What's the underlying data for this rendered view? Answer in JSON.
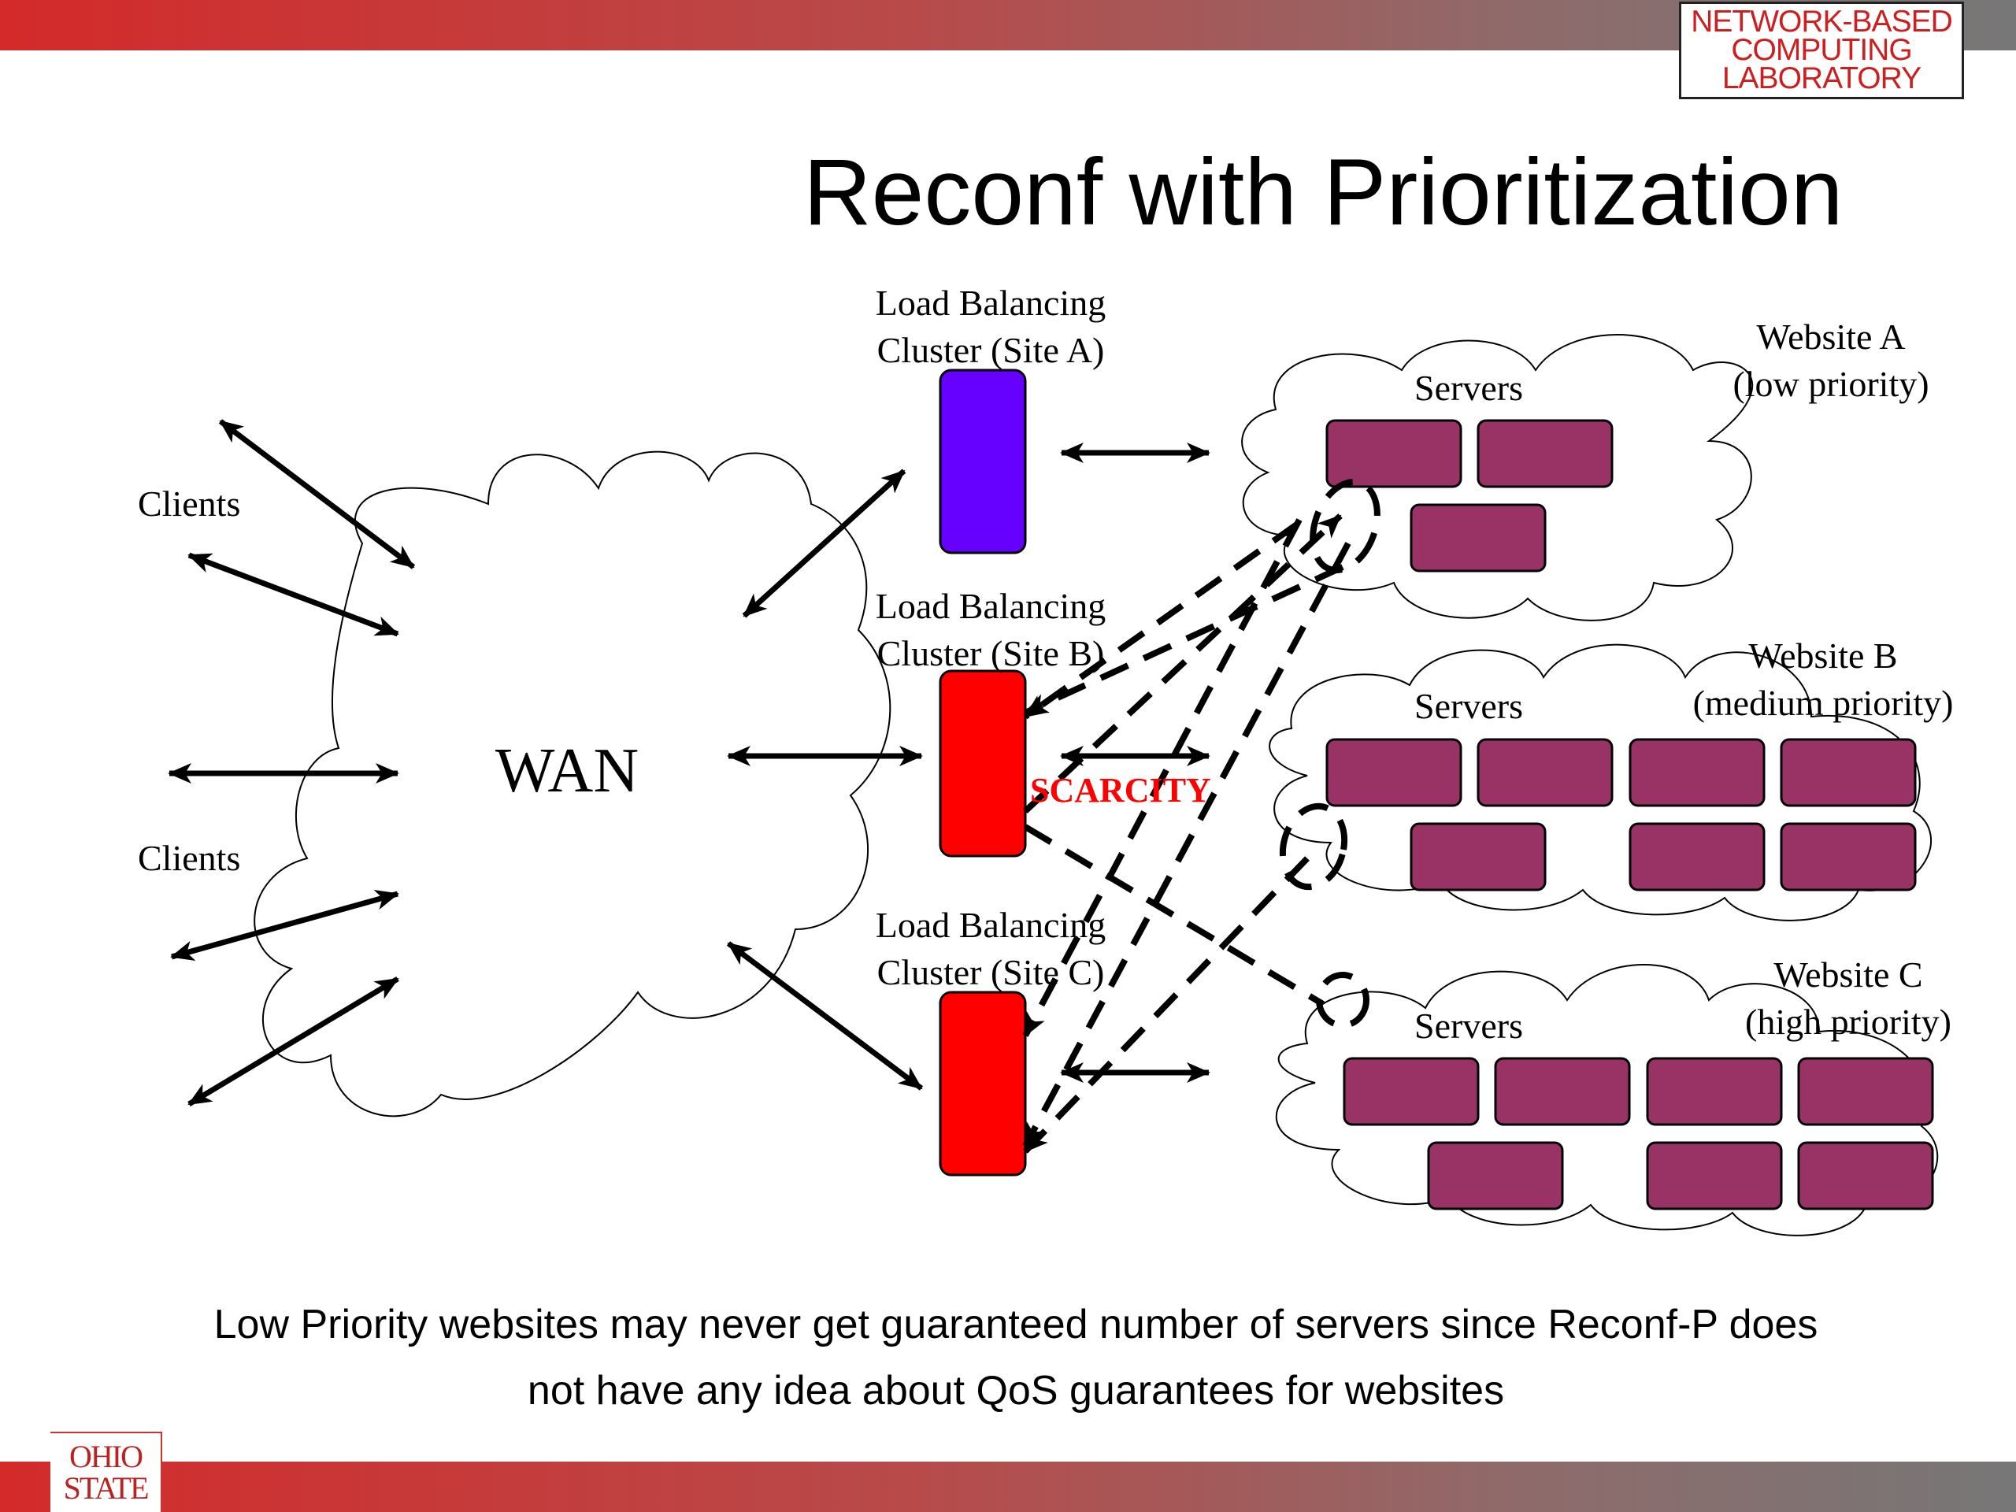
{
  "header": {
    "logo_lines": [
      "NETWORK-BASED",
      "COMPUTING",
      "LABORATORY"
    ],
    "title": "Reconf with Prioritization"
  },
  "footer": {
    "logo_lines": [
      "OHIO",
      "STATE"
    ],
    "caption_line1": "Low Priority websites may never get guaranteed number of servers since Reconf-P does",
    "caption_line2": "not have any idea about QoS guarantees for websites"
  },
  "diagram": {
    "wan_label": "WAN",
    "clients_label_top": "Clients",
    "clients_label_bottom": "Clients",
    "clusters": [
      {
        "line1": "Load Balancing",
        "line2": "Cluster (Site A)",
        "color": "#6600ff"
      },
      {
        "line1": "Load Balancing",
        "line2": "Cluster (Site B)",
        "color": "#ff0000"
      },
      {
        "line1": "Load Balancing",
        "line2": "Cluster (Site C)",
        "color": "#ff0000"
      }
    ],
    "scarcity_label": "SCARCITY",
    "scarcity_color": "#ff0000",
    "server_color": "#993366",
    "websites": [
      {
        "servers_label": "Servers",
        "name": "Website A",
        "priority": "(low priority)"
      },
      {
        "servers_label": "Servers",
        "name": "Website B",
        "priority": "(medium priority)"
      },
      {
        "servers_label": "Servers",
        "name": "Website C",
        "priority": "(high priority)"
      }
    ]
  }
}
